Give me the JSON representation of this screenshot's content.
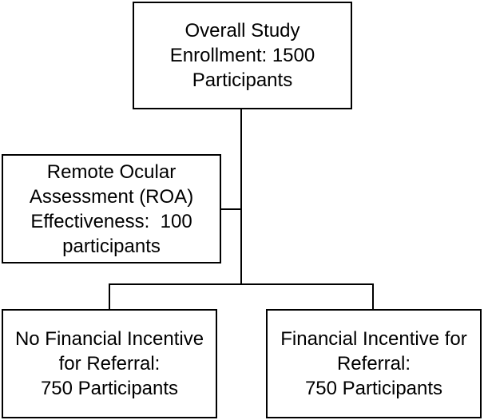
{
  "nodes": {
    "enrollment": {
      "lines": [
        "Overall Study",
        "Enrollment: 1500",
        "Participants"
      ]
    },
    "roa": {
      "lines": [
        "Remote Ocular",
        "Assessment (ROA)",
        "Effectiveness:  100",
        "participants"
      ]
    },
    "no_incentive": {
      "lines": [
        "No Financial Incentive",
        "for Referral:",
        "750 Participants"
      ]
    },
    "incentive": {
      "lines": [
        "Financial Incentive for",
        "Referral:",
        "750 Participants"
      ]
    }
  },
  "edges": [
    {
      "from": "enrollment",
      "to": "roa"
    },
    {
      "from": "enrollment",
      "to": "no_incentive"
    },
    {
      "from": "enrollment",
      "to": "incentive"
    }
  ]
}
